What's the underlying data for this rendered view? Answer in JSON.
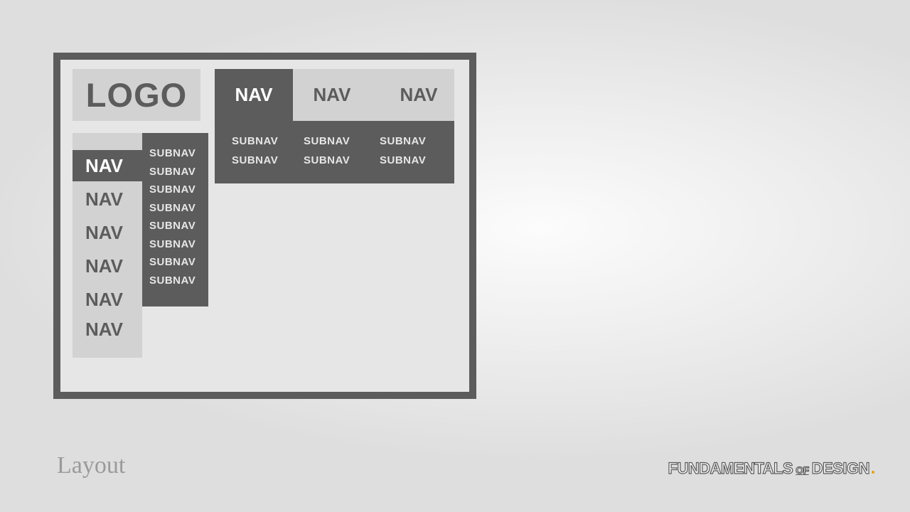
{
  "logo": "LOGO",
  "top_nav": {
    "items": [
      "NAV",
      "NAV",
      "NAV"
    ],
    "active_index": 0
  },
  "top_subnav": {
    "rows": [
      [
        "SUBNAV",
        "SUBNAV",
        "SUBNAV"
      ],
      [
        "SUBNAV",
        "SUBNAV",
        "SUBNAV"
      ]
    ]
  },
  "side_nav": {
    "items": [
      "NAV",
      "NAV",
      "NAV",
      "NAV",
      "NAV",
      "NAV"
    ],
    "active_index": 0
  },
  "side_subnav": {
    "items": [
      "SUBNAV",
      "SUBNAV",
      "SUBNAV",
      "SUBNAV",
      "SUBNAV",
      "SUBNAV",
      "SUBNAV",
      "SUBNAV"
    ]
  },
  "caption": "Layout",
  "brand": {
    "part1": "FUNDAMENTALS",
    "part2": "OF",
    "part3": "DESIGN"
  },
  "colors": {
    "dark": "#5c5c5c",
    "light_block": "#d2d2d2",
    "canvas": "#e6e6e6"
  }
}
